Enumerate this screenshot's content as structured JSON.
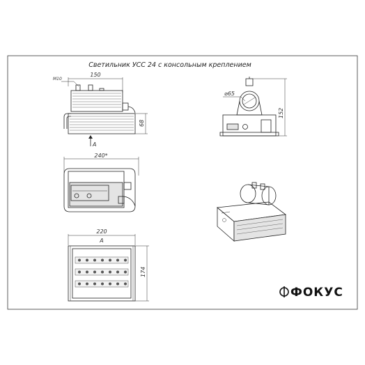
{
  "title": "Светильник УСС 24 с консольным креплением",
  "front_view": {
    "dim_width": "150",
    "dim_height": "68",
    "callout_mount": "М10",
    "section_arrow": "А"
  },
  "top_view": {
    "dim_width": "240*"
  },
  "bottom_view": {
    "view_label": "А",
    "dim_width": "220",
    "dim_height": "174"
  },
  "side_view": {
    "dim_diameter": "⌀65",
    "dim_height": "152"
  },
  "logo": {
    "text": "ФОКУС"
  },
  "colors": {
    "ink": "#222222",
    "paper": "#ffffff",
    "shade": "#e4e4e4"
  }
}
